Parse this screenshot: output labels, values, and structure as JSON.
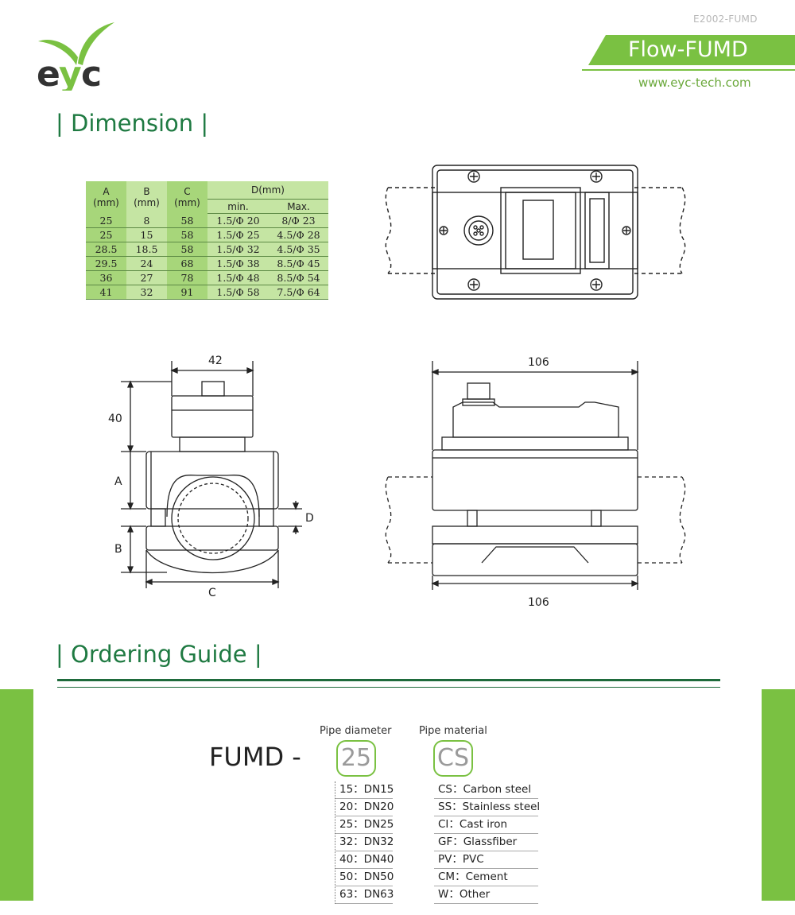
{
  "header": {
    "doc_code": "E2002-FUMD",
    "product_title": "Flow-FUMD",
    "website": "www.eyc-tech.com",
    "logo_text": "eyc",
    "brand_color": "#7ac142",
    "title_color": "#1f7a42"
  },
  "dimension_section": {
    "title": "| Dimension |",
    "table": {
      "headers": {
        "a": "A",
        "a_unit": "(mm)",
        "b": "B",
        "b_unit": "(mm)",
        "c": "C",
        "c_unit": "(mm)",
        "d": "D(mm)",
        "d_min": "min.",
        "d_max": "Max."
      },
      "rows": [
        {
          "a": "25",
          "b": "8",
          "c": "58",
          "dmin": "1.5/Φ 20",
          "dmax": "8/Φ 23"
        },
        {
          "a": "25",
          "b": "15",
          "c": "58",
          "dmin": "1.5/Φ 25",
          "dmax": "4.5/Φ 28"
        },
        {
          "a": "28.5",
          "b": "18.5",
          "c": "58",
          "dmin": "1.5/Φ 32",
          "dmax": "4.5/Φ 35"
        },
        {
          "a": "29.5",
          "b": "24",
          "c": "68",
          "dmin": "1.5/Φ 38",
          "dmax": "8.5/Φ 45"
        },
        {
          "a": "36",
          "b": "27",
          "c": "78",
          "dmin": "1.5/Φ 48",
          "dmax": "8.5/Φ 54"
        },
        {
          "a": "41",
          "b": "32",
          "c": "91",
          "dmin": "1.5/Φ 58",
          "dmax": "7.5/Φ 64"
        }
      ]
    },
    "drawings": {
      "side_width": "42",
      "side_height": "40",
      "label_a": "A",
      "label_b": "B",
      "label_c": "C",
      "label_d": "D",
      "front_width_top": "106",
      "front_width_bottom": "106"
    }
  },
  "ordering_section": {
    "title": "| Ordering Guide |",
    "model_prefix": "FUMD -",
    "pipe_diameter": {
      "label": "Pipe diameter",
      "example_code": "25",
      "options": [
        "15：DN15",
        "20：DN20",
        "25：DN25",
        "32：DN32",
        "40：DN40",
        "50：DN50",
        "63：DN63"
      ]
    },
    "pipe_material": {
      "label": "Pipe material",
      "example_code": "CS",
      "options": [
        "CS：Carbon steel",
        "SS：Stainless steel",
        "CI：Cast iron",
        "GF：Glassfiber",
        "PV：PVC",
        "CM：Cement",
        "W：Other"
      ]
    }
  }
}
